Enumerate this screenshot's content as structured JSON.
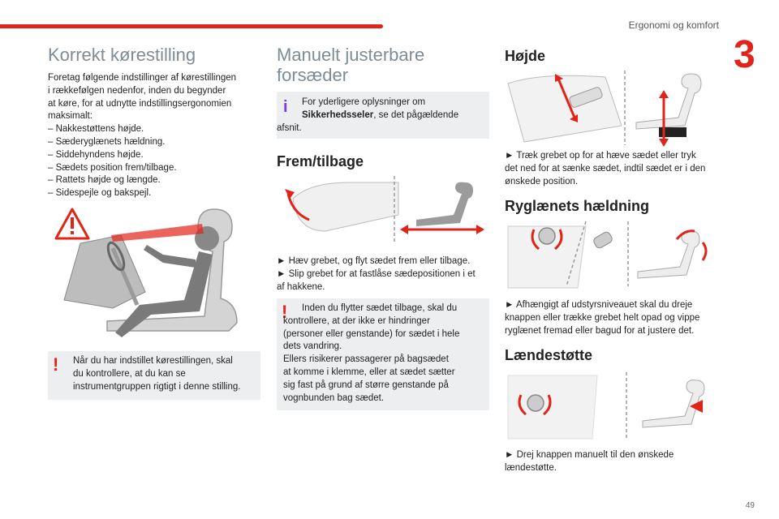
{
  "header": {
    "section": "Ergonomi og komfort",
    "chapter": "3"
  },
  "col1": {
    "title": "Korrekt kørestilling",
    "intro": "Foretag følgende indstillinger af kørestillingen\ni rækkefølgen nedenfor, inden du begynder\nat køre, for at udnytte indstillingsergonomien\nmaksimalt:\n–  Nakkestøttens højde.\n–  Sæderyglænets hældning.\n–  Siddehyndens højde.\n–  Sædets position frem/tilbage.\n–  Rattets højde og længde.\n–  Sidespejle og bakspejl.",
    "warning": "Når du har indstillet kørestillingen, skal\ndu kontrollere, at du kan se\ninstrumentgruppen rigtigt i denne stilling."
  },
  "col2": {
    "title": "Manuelt justerbare forsæder",
    "info_before": "For yderligere oplysninger om",
    "info_bold": "Sikkerhedsseler",
    "info_after": ", se det pågældende",
    "info_end": "afsnit.",
    "frem_title": "Frem/tilbage",
    "frem_text": "►  Hæv grebet, og flyt sædet frem eller tilbage.\n►  Slip grebet for at fastlåse sædepositionen i et\naf hakkene.",
    "frem_warning": "Inden du flytter sædet tilbage, skal du\nkontrollere, at der ikke er hindringer\n(personer eller genstande) for sædet i hele\ndets vandring.\nEllers risikerer passagerer på bagsædet\nat komme i klemme, eller at sædet sætter\nsig fast på grund af større genstande på\nvognbunden bag sædet."
  },
  "col3": {
    "hojde_title": "Højde",
    "hojde_text": "►  Træk grebet op for at hæve sædet eller tryk\ndet ned for at sænke sædet, indtil sædet er i den\nønskede position.",
    "ryg_title": "Ryglænets hældning",
    "ryg_text": "►  Afhængigt af udstyrsniveauet skal du dreje\nknappen eller trække grebet helt opad og vippe\nryglænet fremad eller bagud for at justere det.",
    "laend_title": "Lændestøtte",
    "laend_text": "►  Drej knappen manuelt til den ønskede\nlændestøtte."
  },
  "footer": {
    "page": "49"
  },
  "colors": {
    "accent": "#e2231a",
    "info": "#7c3aed",
    "heading_light": "#7d8c96",
    "box_bg": "#eceeef"
  },
  "icons": {
    "warning": "warning-triangle-icon",
    "info": "info-icon",
    "exclamation": "exclamation-icon"
  }
}
